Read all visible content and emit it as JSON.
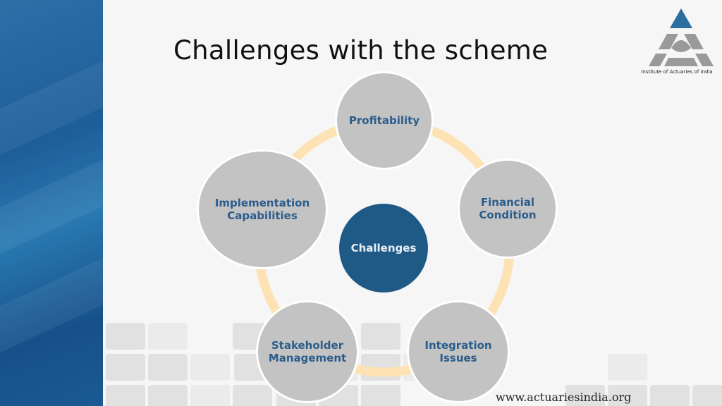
{
  "title": "Challenges with the scheme",
  "logo": {
    "caption": "Institute of Actuaries of India",
    "colors": {
      "primary": "#2d6ea0",
      "secondary": "#9a9a9a"
    }
  },
  "diagram": {
    "center": "Challenges",
    "nodes": [
      {
        "id": "profitability",
        "label": "Profitability"
      },
      {
        "id": "financial",
        "label": "Financial\nCondition"
      },
      {
        "id": "integration",
        "label": "Integration\nIssues"
      },
      {
        "id": "stakeholder",
        "label": "Stakeholder\nManagement"
      },
      {
        "id": "implementation",
        "label": "Implementation\nCapabilities"
      }
    ],
    "colors": {
      "node": "#c3c3c3",
      "node_text": "#2b5d8b",
      "center": "#1f5a86",
      "ring": "#fde3b4"
    }
  },
  "footer": "www.actuariesindia.org"
}
